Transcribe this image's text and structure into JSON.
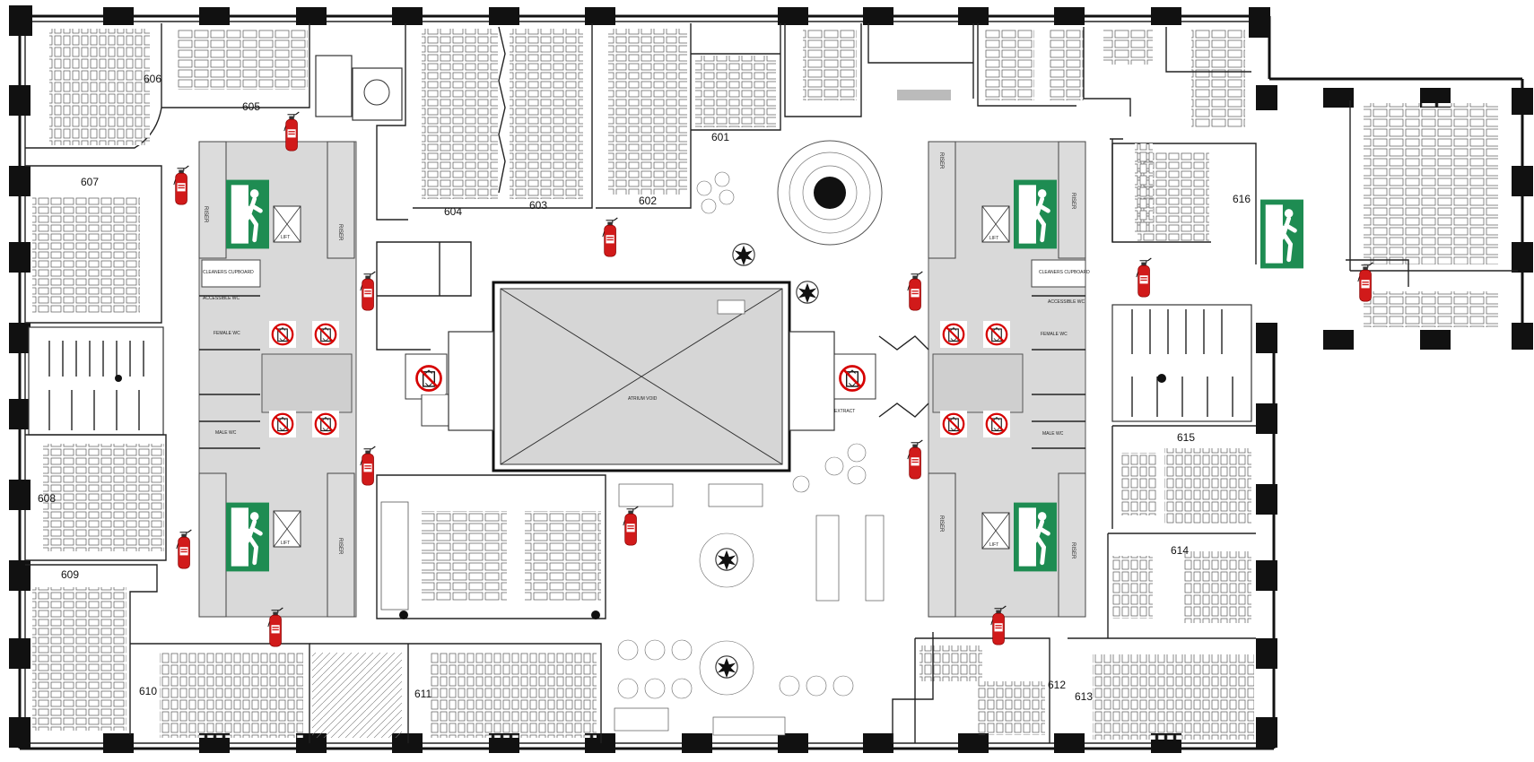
{
  "rooms": [
    {
      "id": "606",
      "label": "606"
    },
    {
      "id": "605",
      "label": "605"
    },
    {
      "id": "604",
      "label": "604"
    },
    {
      "id": "603",
      "label": "603"
    },
    {
      "id": "602",
      "label": "602"
    },
    {
      "id": "601",
      "label": "601"
    },
    {
      "id": "607",
      "label": "607"
    },
    {
      "id": "608",
      "label": "608"
    },
    {
      "id": "609",
      "label": "609"
    },
    {
      "id": "610",
      "label": "610"
    },
    {
      "id": "611",
      "label": "611"
    },
    {
      "id": "612",
      "label": "612"
    },
    {
      "id": "613",
      "label": "613"
    },
    {
      "id": "614",
      "label": "614"
    },
    {
      "id": "615",
      "label": "615"
    },
    {
      "id": "616",
      "label": "616"
    }
  ],
  "labels": {
    "atrium": "ATRIUM VOID",
    "extract": "EXTRACT",
    "riser": "RISER",
    "lift": "LIFT",
    "cleaners": "CLEANERS CUPBOARD",
    "accessible": "ACCESSIBLE WC",
    "female": "FEMALE WC",
    "male": "MALE WC"
  },
  "colors": {
    "exit_sign": "#1e8c52",
    "extinguisher": "#d11a1a",
    "no_lift_sign": "#d60000",
    "core_fill": "#d9d9d9",
    "column": "#111111"
  },
  "icons": [
    "fire-extinguisher-icon",
    "emergency-exit-icon",
    "no-lift-in-fire-icon",
    "plant-icon"
  ]
}
